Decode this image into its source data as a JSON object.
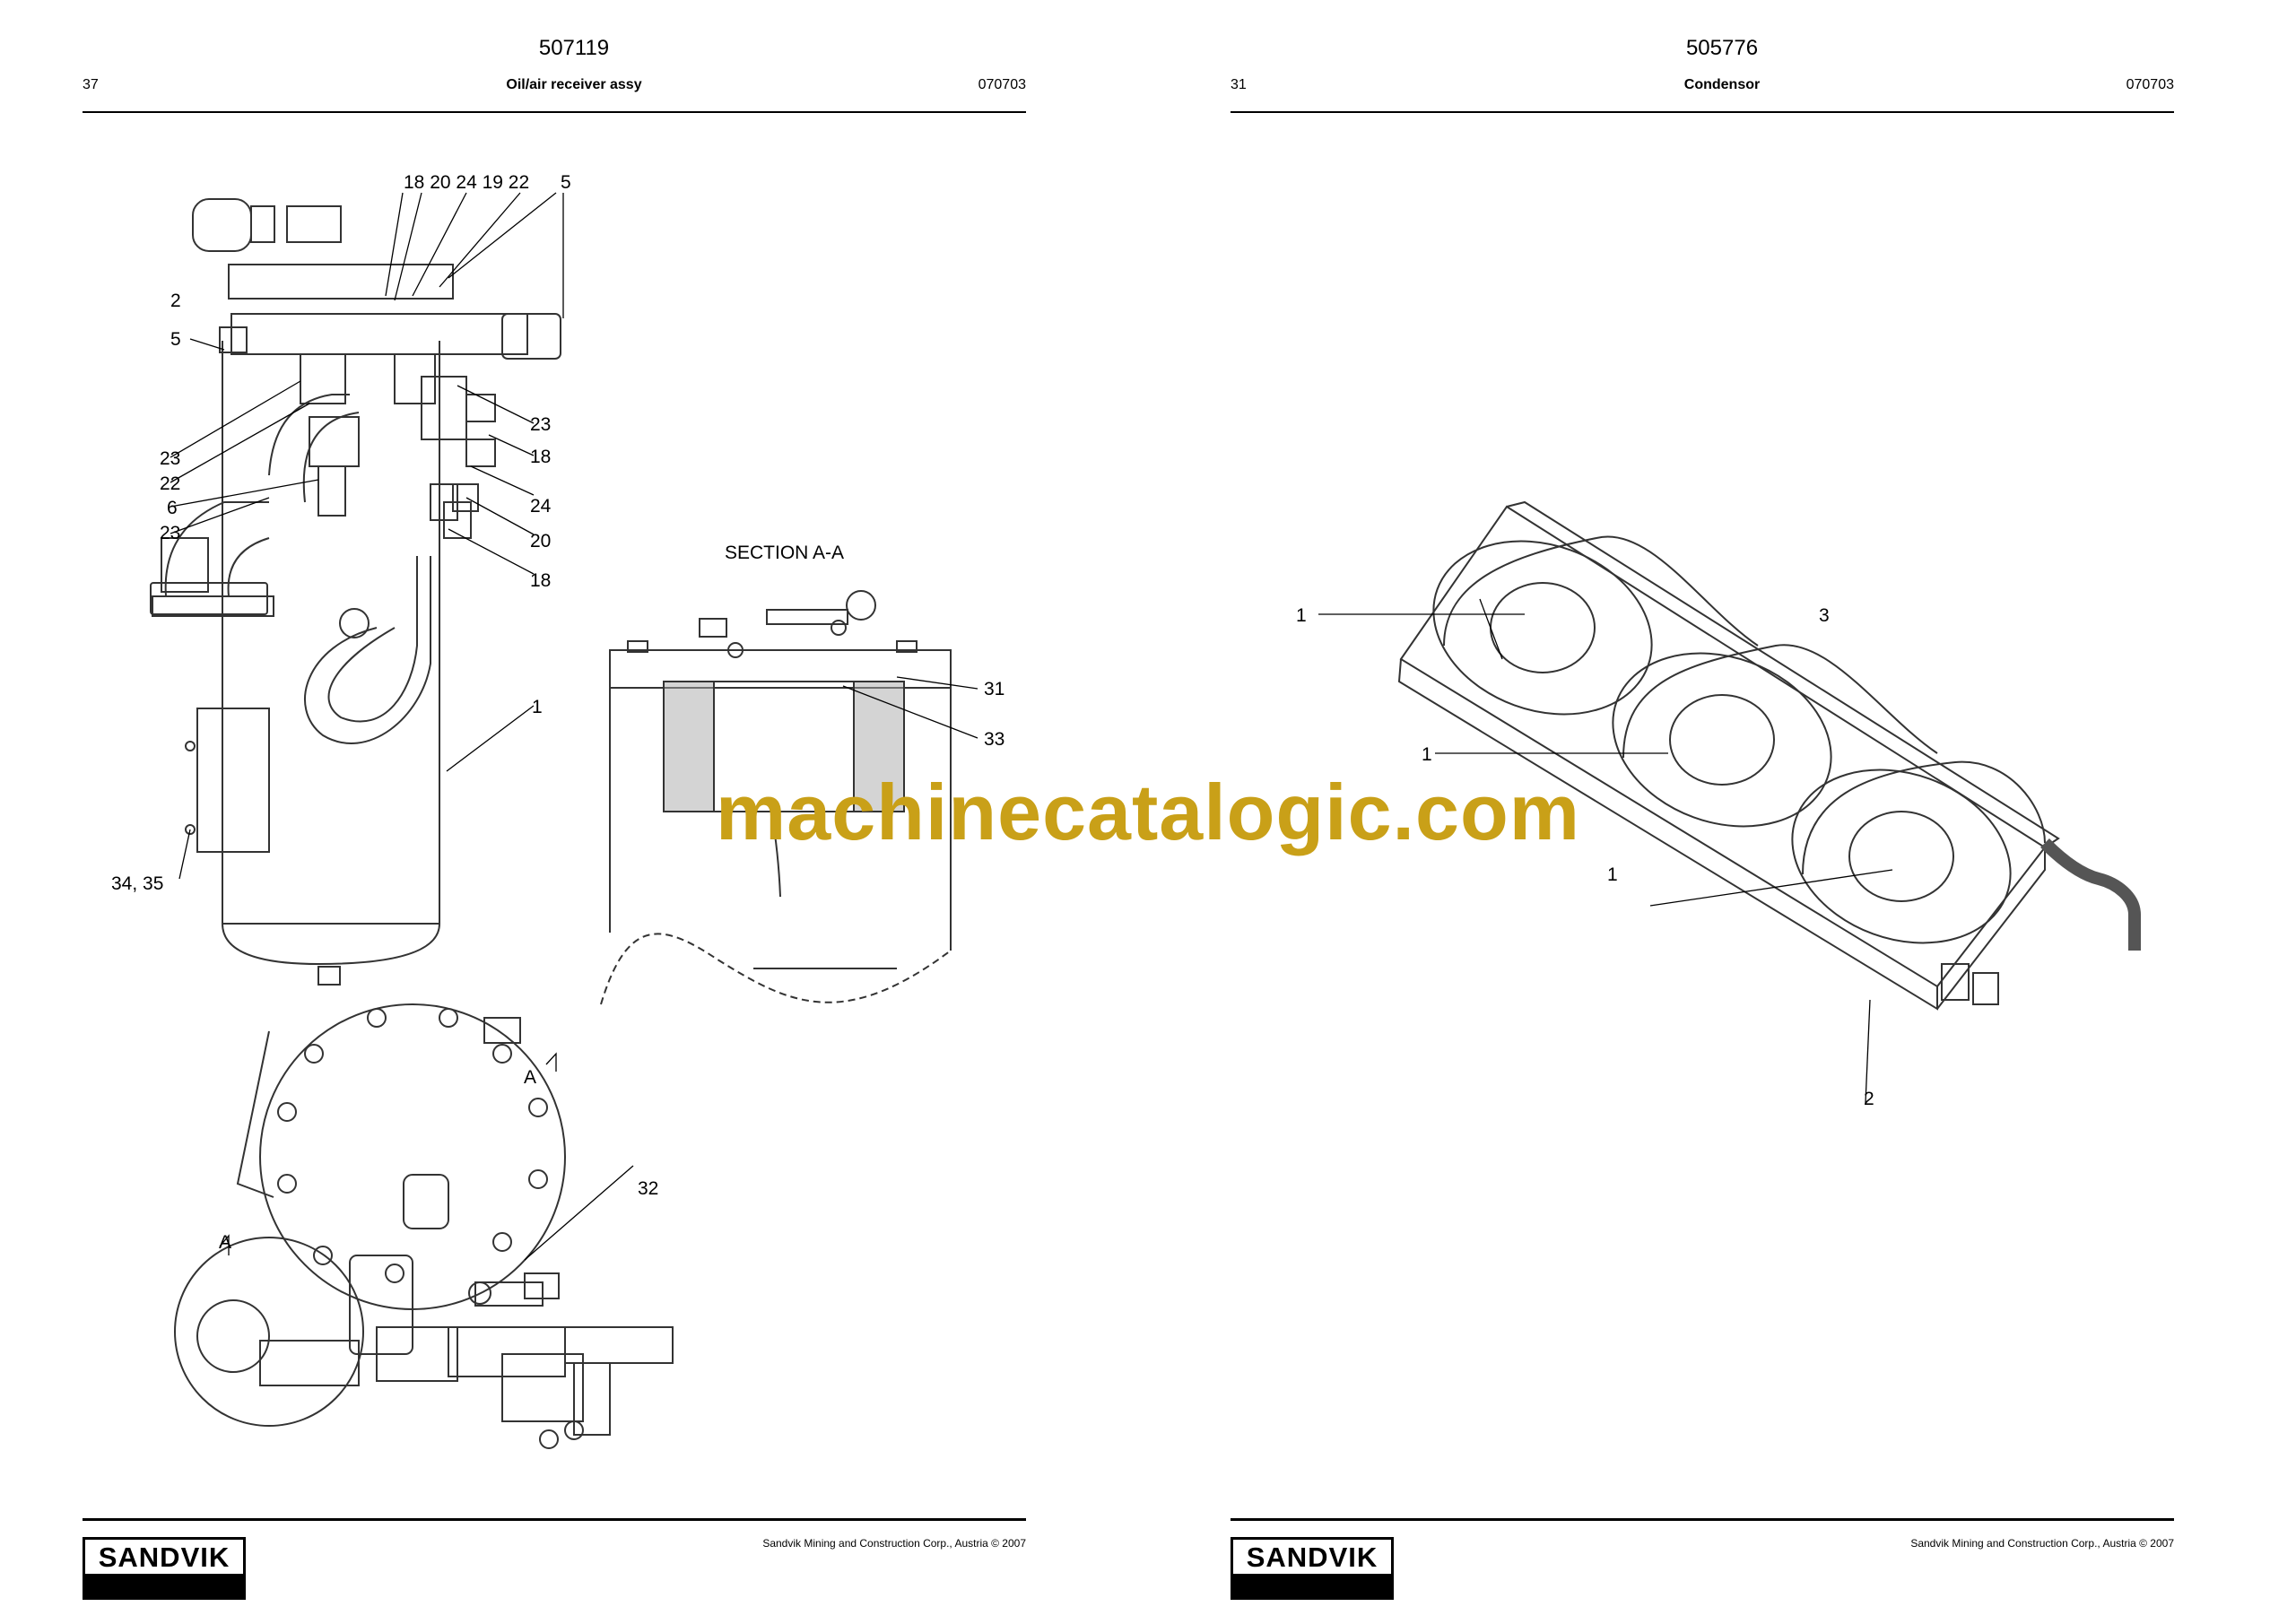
{
  "left_page": {
    "doc_number": "507119",
    "page_number": "37",
    "title": "Oil/air receiver assy",
    "date_code": "070703",
    "section_label": "SECTION A-A",
    "callouts": {
      "c1": "18 20 24 19 22",
      "c2": "5",
      "c3": "2",
      "c4": "5",
      "c5": "23",
      "c6": "22",
      "c7": "6",
      "c8": "23",
      "c9": "23",
      "c10": "18",
      "c11": "24",
      "c12": "20",
      "c13": "18",
      "c14": "1",
      "c15": "34, 35",
      "c16": "31",
      "c17": "33",
      "c18": "A",
      "c19": "A",
      "c20": "32"
    },
    "copyright": "Sandvik Mining and Construction Corp., Austria © 2007",
    "logo_text": "SANDVIK"
  },
  "right_page": {
    "doc_number": "505776",
    "page_number": "31",
    "title": "Condensor",
    "date_code": "070703",
    "callouts": {
      "c1": "1",
      "c2": "3",
      "c3": "1",
      "c4": "1",
      "c5": "2"
    },
    "copyright": "Sandvik Mining and Construction Corp., Austria © 2007",
    "logo_text": "SANDVIK"
  },
  "watermark": "machinecatalogic.com"
}
